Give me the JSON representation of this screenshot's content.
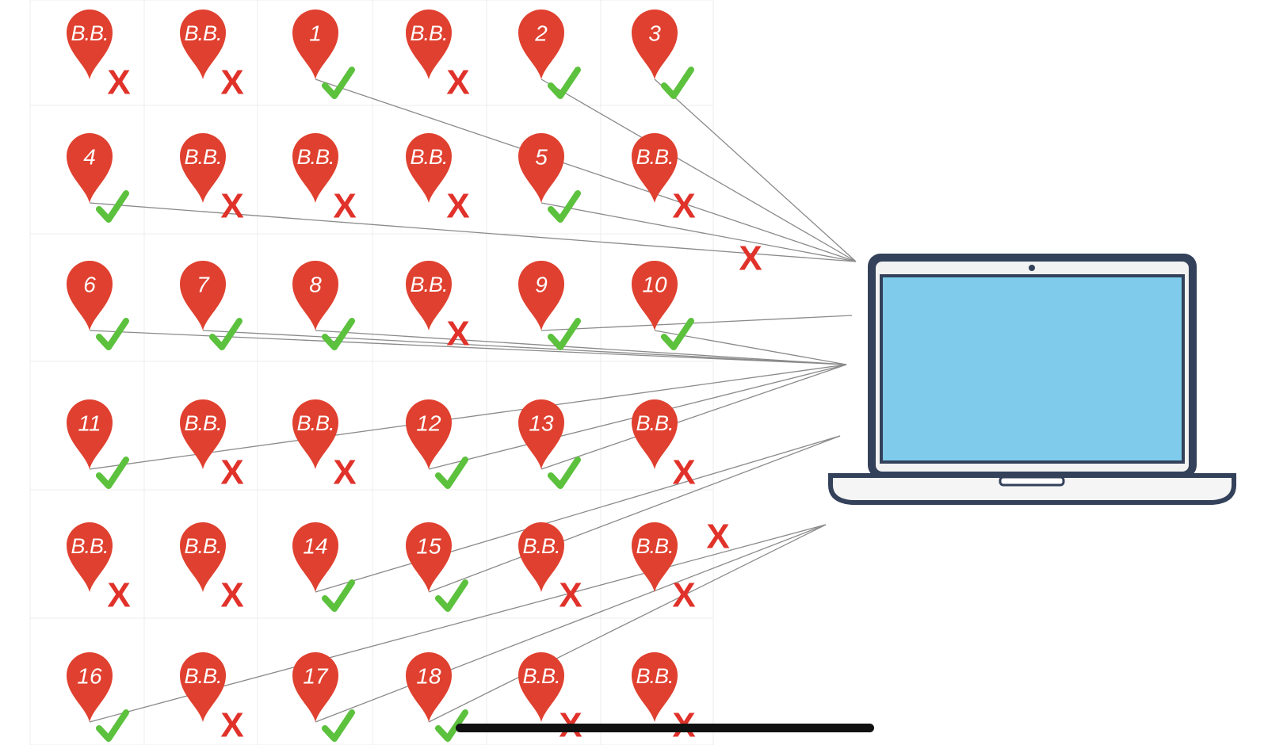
{
  "colors": {
    "pin": "#e0402f",
    "check": "#5cc13d",
    "cross": "#e0322a",
    "line": "#8a8a8a",
    "grid": "#ececec",
    "laptop_frame": "#33415a",
    "laptop_screen": "#7ecbeb",
    "laptop_bezel": "#f2f2f2",
    "home_bar": "#111111"
  },
  "icons": {
    "pin": "map-pin-icon",
    "check": "checkmark-icon",
    "cross": "cross-icon",
    "device": "laptop-icon"
  },
  "grid_rows": [
    [
      {
        "label": "B.B.",
        "status": "blocked"
      },
      {
        "label": "B.B.",
        "status": "blocked"
      },
      {
        "label": "1",
        "status": "ok"
      },
      {
        "label": "B.B.",
        "status": "blocked"
      },
      {
        "label": "2",
        "status": "ok"
      },
      {
        "label": "3",
        "status": "ok"
      }
    ],
    [
      {
        "label": "4",
        "status": "ok"
      },
      {
        "label": "B.B.",
        "status": "blocked"
      },
      {
        "label": "B.B.",
        "status": "blocked"
      },
      {
        "label": "B.B.",
        "status": "blocked"
      },
      {
        "label": "5",
        "status": "ok"
      },
      {
        "label": "B.B.",
        "status": "blocked"
      }
    ],
    [
      {
        "label": "6",
        "status": "ok"
      },
      {
        "label": "7",
        "status": "ok"
      },
      {
        "label": "8",
        "status": "ok"
      },
      {
        "label": "B.B.",
        "status": "blocked"
      },
      {
        "label": "9",
        "status": "ok"
      },
      {
        "label": "10",
        "status": "ok"
      }
    ],
    [
      {
        "label": "11",
        "status": "ok"
      },
      {
        "label": "B.B.",
        "status": "blocked"
      },
      {
        "label": "B.B.",
        "status": "blocked"
      },
      {
        "label": "12",
        "status": "ok"
      },
      {
        "label": "13",
        "status": "ok"
      },
      {
        "label": "B.B.",
        "status": "blocked"
      }
    ],
    [
      {
        "label": "B.B.",
        "status": "blocked"
      },
      {
        "label": "B.B.",
        "status": "blocked"
      },
      {
        "label": "14",
        "status": "ok"
      },
      {
        "label": "15",
        "status": "ok"
      },
      {
        "label": "B.B.",
        "status": "blocked"
      },
      {
        "label": "B.B.",
        "status": "blocked"
      }
    ],
    [
      {
        "label": "16",
        "status": "ok"
      },
      {
        "label": "B.B.",
        "status": "blocked"
      },
      {
        "label": "17",
        "status": "ok"
      },
      {
        "label": "18",
        "status": "ok"
      },
      {
        "label": "B.B.",
        "status": "blocked"
      },
      {
        "label": "B.B.",
        "status": "blocked"
      }
    ]
  ],
  "connections": [
    {
      "from": "1",
      "to": "laptop"
    },
    {
      "from": "2",
      "to": "laptop"
    },
    {
      "from": "3",
      "to": "laptop"
    },
    {
      "from": "4",
      "to": "laptop"
    },
    {
      "from": "5",
      "to": "laptop"
    },
    {
      "from": "6",
      "to": "laptop"
    },
    {
      "from": "7",
      "to": "laptop"
    },
    {
      "from": "8",
      "to": "laptop"
    },
    {
      "from": "9",
      "to": "laptop"
    },
    {
      "from": "10",
      "to": "laptop"
    },
    {
      "from": "11",
      "to": "laptop"
    },
    {
      "from": "12",
      "to": "laptop"
    },
    {
      "from": "13",
      "to": "laptop"
    },
    {
      "from": "14",
      "to": "laptop"
    },
    {
      "from": "15",
      "to": "laptop"
    },
    {
      "from": "16",
      "to": "laptop"
    },
    {
      "from": "17",
      "to": "laptop"
    },
    {
      "from": "18",
      "to": "laptop"
    }
  ],
  "blocked_connections": 2
}
